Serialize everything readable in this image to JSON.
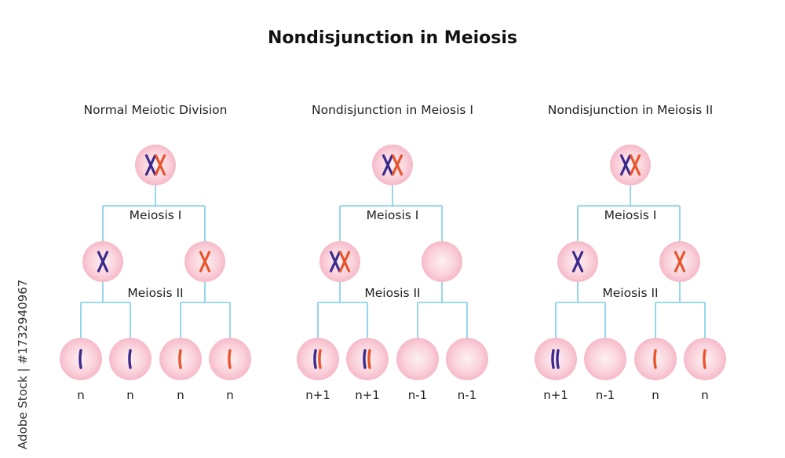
{
  "title": "Nondisjunction in Meiosis",
  "panels": [
    {
      "title": "Normal Meiotic Division",
      "stage1_label": "Meiosis I",
      "stage2_label": "Meiosis II",
      "parent": [
        "blue",
        "orange"
      ],
      "meiosis1": [
        [
          "blue"
        ],
        [
          "orange"
        ]
      ],
      "gametes": [
        {
          "chromosomes": [
            "blue"
          ],
          "label": "n"
        },
        {
          "chromosomes": [
            "blue"
          ],
          "label": "n"
        },
        {
          "chromosomes": [
            "orange"
          ],
          "label": "n"
        },
        {
          "chromosomes": [
            "orange"
          ],
          "label": "n"
        }
      ]
    },
    {
      "title": "Nondisjunction in Meiosis I",
      "stage1_label": "Meiosis I",
      "stage2_label": "Meiosis II",
      "parent": [
        "blue",
        "orange"
      ],
      "meiosis1": [
        [
          "blue",
          "orange"
        ],
        []
      ],
      "gametes": [
        {
          "chromosomes": [
            "blue",
            "orange"
          ],
          "label": "n+1"
        },
        {
          "chromosomes": [
            "blue",
            "orange"
          ],
          "label": "n+1"
        },
        {
          "chromosomes": [],
          "label": "n-1"
        },
        {
          "chromosomes": [],
          "label": "n-1"
        }
      ]
    },
    {
      "title": "Nondisjunction in Meiosis II",
      "stage1_label": "Meiosis I",
      "stage2_label": "Meiosis II",
      "parent": [
        "blue",
        "orange"
      ],
      "meiosis1": [
        [
          "blue"
        ],
        [
          "orange"
        ]
      ],
      "gametes": [
        {
          "chromosomes": [
            "blue",
            "blue"
          ],
          "label": "n+1"
        },
        {
          "chromosomes": [],
          "label": "n-1"
        },
        {
          "chromosomes": [
            "orange"
          ],
          "label": "n"
        },
        {
          "chromosomes": [
            "orange"
          ],
          "label": "n"
        }
      ]
    }
  ],
  "watermark": "Adobe Stock | #1732940967",
  "colors": {
    "blue": "#3b2a8c",
    "orange": "#e8542a",
    "line": "#7fcde6",
    "cell_inner": "#fdf0f3",
    "cell_outer": "#f6b9c8"
  }
}
